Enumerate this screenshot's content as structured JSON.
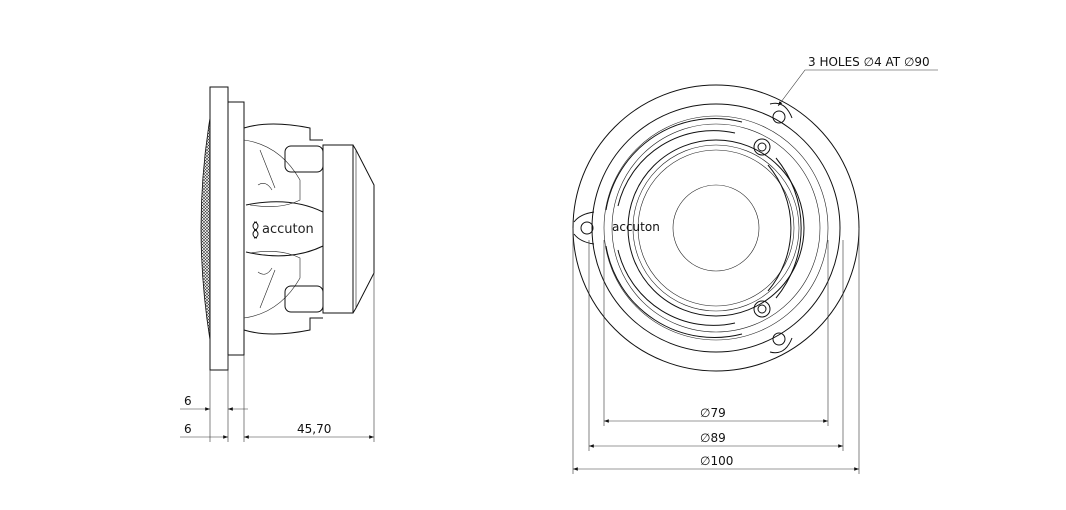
{
  "side_view": {
    "logo_text": "accuton",
    "dimensions": {
      "front_plate_thickness": "6",
      "second_plate_thickness": "6",
      "depth": "45,70"
    }
  },
  "front_view": {
    "logo_text": "accuton",
    "hole_callout": "3 HOLES ∅4 AT ∅90",
    "dimensions": {
      "d79": "∅79",
      "d89": "∅89",
      "d100": "∅100"
    }
  }
}
